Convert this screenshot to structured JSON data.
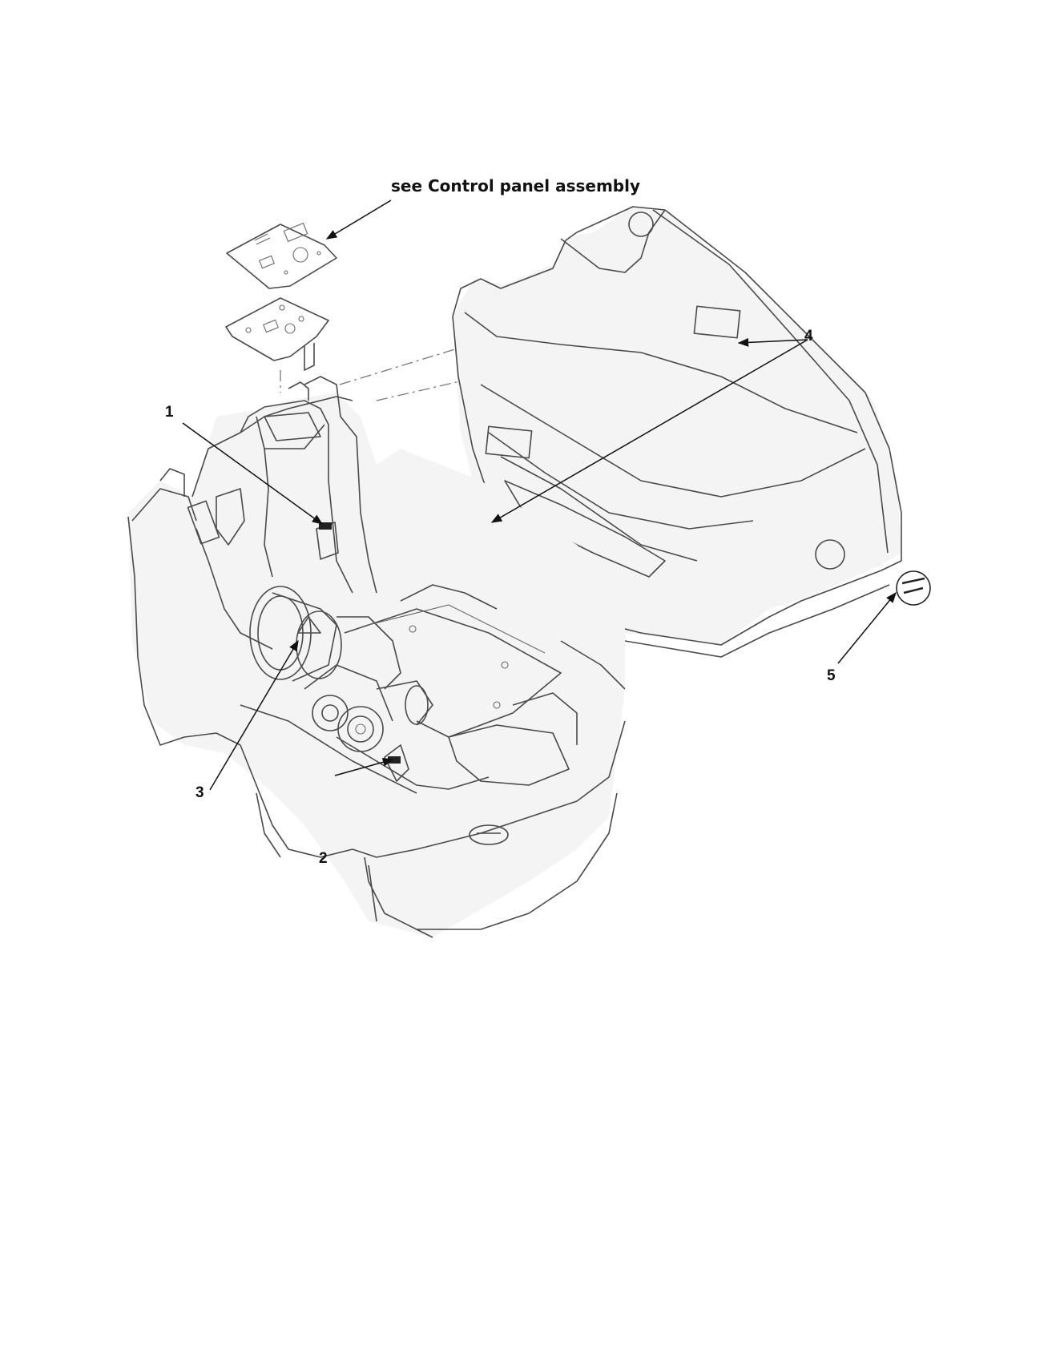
{
  "diagram": {
    "reference_note": "see Control panel assembly",
    "callouts": [
      {
        "id": "1",
        "label": "1"
      },
      {
        "id": "2",
        "label": "2"
      },
      {
        "id": "3",
        "label": "3"
      },
      {
        "id": "4",
        "label": "4"
      },
      {
        "id": "5",
        "label": "5"
      }
    ],
    "line_color": "#4a4a4a",
    "background_color": "#ffffff"
  }
}
